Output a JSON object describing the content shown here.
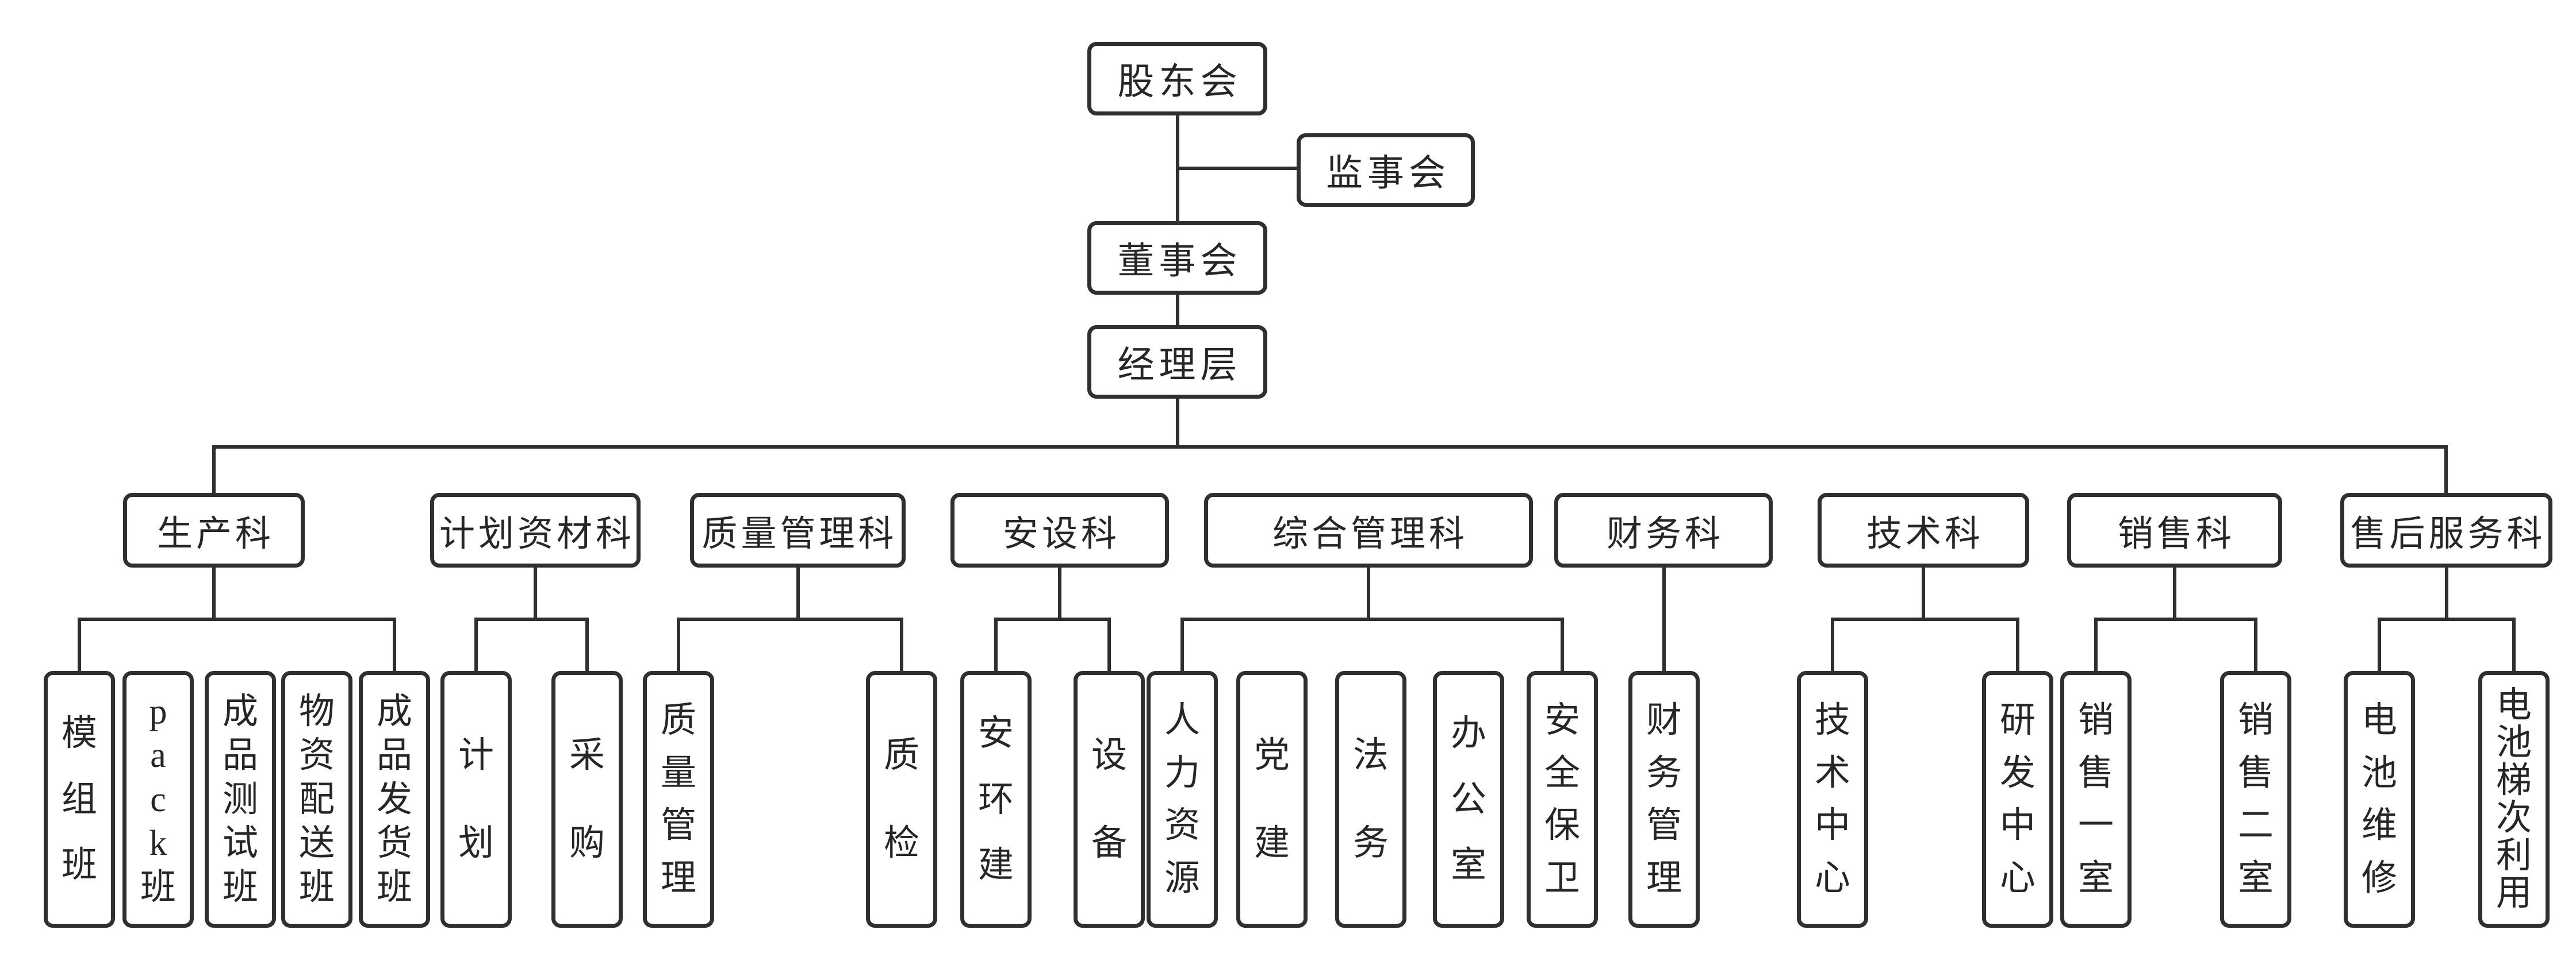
{
  "page": {
    "background_color": "#ffffff",
    "line_color": "#2f2f2f",
    "text_color": "#262626"
  },
  "org_chart": {
    "root": {
      "id": "shareholders",
      "label": "股东会"
    },
    "supervisory": {
      "id": "supervisory-board",
      "label": "监事会"
    },
    "board": {
      "id": "board-of-directors",
      "label": "董事会"
    },
    "management": {
      "id": "management-level",
      "label": "经理层"
    },
    "departments": [
      {
        "id": "production",
        "label": "生产科",
        "children": [
          {
            "id": "module-team",
            "label": "模组班"
          },
          {
            "id": "pack-team",
            "label": "pack班"
          },
          {
            "id": "finished-product-test-team",
            "label": "成品测试班"
          },
          {
            "id": "material-distribution-team",
            "label": "物资配送班"
          },
          {
            "id": "finished-product-delivery-team",
            "label": "成品发货班"
          }
        ]
      },
      {
        "id": "planning-materials",
        "label": "计划资材科",
        "children": [
          {
            "id": "planning",
            "label": "计划"
          },
          {
            "id": "procurement",
            "label": "采购"
          }
        ]
      },
      {
        "id": "quality-management",
        "label": "质量管理科",
        "children": [
          {
            "id": "quality-management-office",
            "label": "质量管理"
          },
          {
            "id": "quality-inspection",
            "label": "质检"
          }
        ]
      },
      {
        "id": "safety-equipment",
        "label": "安设科",
        "children": [
          {
            "id": "safety-env-construction",
            "label": "安环建"
          },
          {
            "id": "equipment",
            "label": "设备"
          }
        ]
      },
      {
        "id": "general-management",
        "label": "综合管理科",
        "children": [
          {
            "id": "human-resources",
            "label": "人力资源"
          },
          {
            "id": "party-building",
            "label": "党建"
          },
          {
            "id": "legal-affairs",
            "label": "法务"
          },
          {
            "id": "office",
            "label": "办公室"
          },
          {
            "id": "security",
            "label": "安全保卫"
          }
        ]
      },
      {
        "id": "finance",
        "label": "财务科",
        "children": [
          {
            "id": "financial-management",
            "label": "财务管理"
          }
        ]
      },
      {
        "id": "technology",
        "label": "技术科",
        "children": [
          {
            "id": "technology-center",
            "label": "技术中心"
          },
          {
            "id": "rd-center",
            "label": "研发中心"
          }
        ]
      },
      {
        "id": "sales",
        "label": "销售科",
        "children": [
          {
            "id": "sales-office-1",
            "label": "销售一室"
          },
          {
            "id": "sales-office-2",
            "label": "销售二室"
          }
        ]
      },
      {
        "id": "after-sales",
        "label": "售后服务科",
        "children": [
          {
            "id": "battery-maintenance",
            "label": "电池维修"
          },
          {
            "id": "battery-cascade-utilization",
            "label": "电池梯次利用"
          }
        ]
      }
    ]
  }
}
